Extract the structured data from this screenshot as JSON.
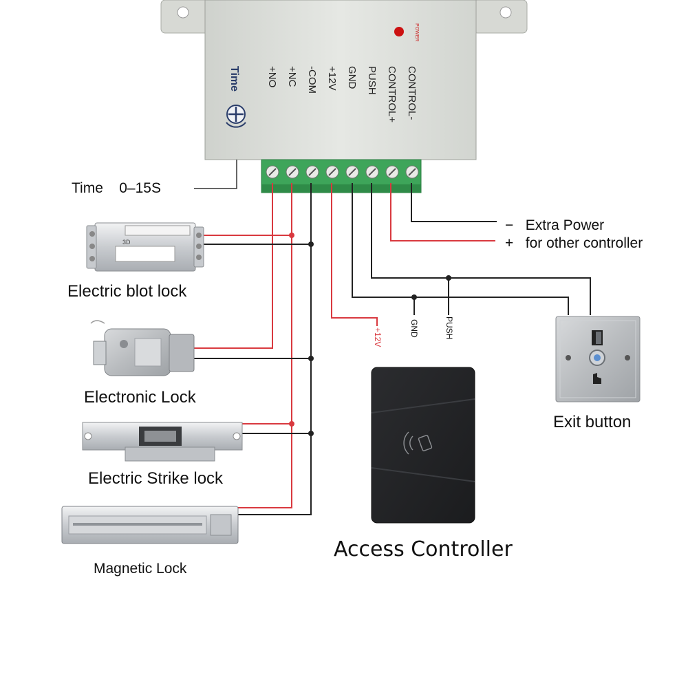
{
  "controller_box": {
    "power_label": "POWER",
    "time_knob_label": "Time",
    "terminals": [
      "+NO",
      "+NC",
      "-COM",
      "+12V",
      "GND",
      "PUSH",
      "CONTROL+",
      "CONTROL-"
    ]
  },
  "time_setting": {
    "label": "Time",
    "range": "0–15S"
  },
  "devices": {
    "bolt_lock": {
      "label": "Electric blot lock",
      "nameplate": "3D"
    },
    "electronic_lock": {
      "label": "Electronic Lock"
    },
    "strike_lock": {
      "label": "Electric Strike lock"
    },
    "magnetic_lock": {
      "label": "Magnetic Lock"
    },
    "access_controller": {
      "label": "Access Controller"
    },
    "exit_button": {
      "label": "Exit button"
    }
  },
  "wire_labels": {
    "plus12v": "+12V",
    "gnd": "GND",
    "push": "PUSH"
  },
  "extra_power": {
    "minus_sign": "−",
    "minus_text": "Extra Power",
    "plus_sign": "+",
    "plus_text": "for other controller"
  },
  "colors": {
    "red_wire": "#d9393f",
    "black_wire": "#222222",
    "terminal_green": "#3ea55a",
    "box_gray": "#dfe1dc",
    "reader_black": "#232426",
    "power_led": "#cc1111"
  }
}
